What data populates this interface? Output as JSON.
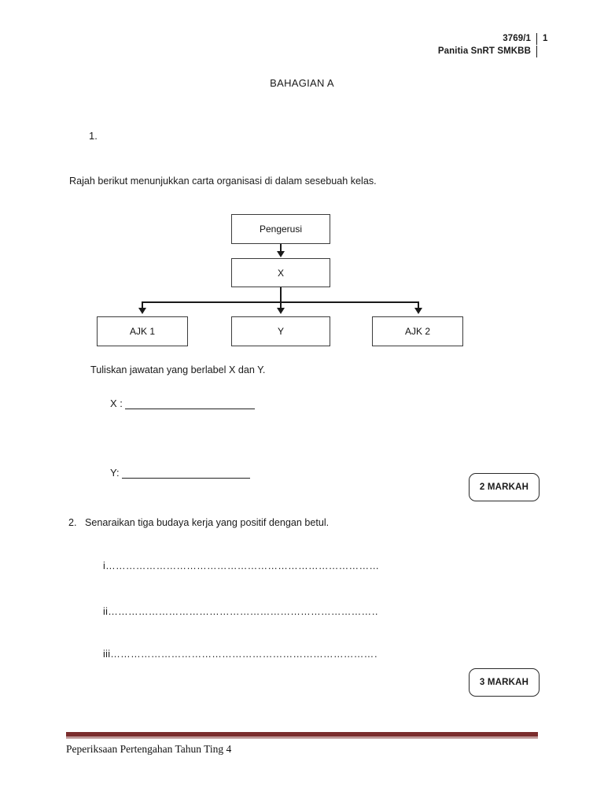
{
  "header": {
    "paper_code": "3769/1",
    "page_number": "1",
    "subtitle": "Panitia SnRT SMKBB"
  },
  "section": {
    "title": "BAHAGIAN A"
  },
  "question1": {
    "number": "1.",
    "stem": "Rajah  berikut menunjukkan carta organisasi di dalam sesebuah kelas.",
    "prompt": "Tuliskan jawatan yang berlabel X dan Y.",
    "answer_x_label": "X :",
    "answer_y_label": "Y:",
    "marks_badge": "2 MARKAH"
  },
  "org_chart": {
    "nodes": [
      {
        "id": "pengerusi",
        "label": "Pengerusi",
        "level": 1
      },
      {
        "id": "x",
        "label": "X",
        "level": 2
      },
      {
        "id": "ajk1",
        "label": "AJK 1",
        "level": 3
      },
      {
        "id": "y",
        "label": "Y",
        "level": 3
      },
      {
        "id": "ajk2",
        "label": "AJK 2",
        "level": 3
      }
    ],
    "edges": [
      {
        "from": "pengerusi",
        "to": "x"
      },
      {
        "from": "x",
        "to": "ajk1"
      },
      {
        "from": "x",
        "to": "y"
      },
      {
        "from": "x",
        "to": "ajk2"
      }
    ],
    "line_color": "#3c3c3c"
  },
  "question2": {
    "number": "2.",
    "stem": "Senaraikan tiga budaya kerja yang positif dengan betul.",
    "blanks": [
      "i……………………………………………………………………………….",
      "ii……………………………………………………………………………….",
      "iii………………………………………………………………………………."
    ],
    "marks_badge": "3 MARKAH"
  },
  "footer": {
    "text": "Peperiksaan Pertengahan Tahun Ting 4",
    "rule_color": "#7B2D2D"
  }
}
